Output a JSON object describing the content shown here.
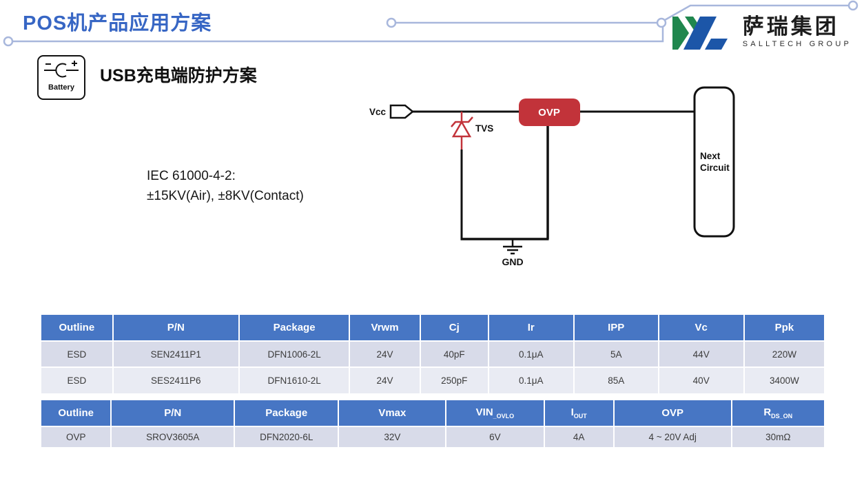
{
  "title": "POS机产品应用方案",
  "logo": {
    "cn": "萨瑞集团",
    "en": "SALLTECH GROUP"
  },
  "section": {
    "badge_label": "Battery",
    "heading": "USB充电端防护方案"
  },
  "iec": {
    "line1": "IEC 61000-4-2:",
    "line2": "±15KV(Air), ±8KV(Contact)"
  },
  "circuit": {
    "vcc_label": "Vcc",
    "tvs_label": "TVS",
    "ovp_label": "OVP",
    "next_label": "Next\nCircuit",
    "gnd_label": "GND"
  },
  "tables": {
    "esd": {
      "headers": [
        "Outline",
        "P/N",
        "Package",
        "Vrwm",
        "Cj",
        "Ir",
        "IPP",
        "Vc",
        "Ppk"
      ],
      "rows": [
        [
          "ESD",
          "SEN2411P1",
          "DFN1006-2L",
          "24V",
          "40pF",
          "0.1μA",
          "5A",
          "44V",
          "220W"
        ],
        [
          "ESD",
          "SES2411P6",
          "DFN1610-2L",
          "24V",
          "250pF",
          "0.1μA",
          "85A",
          "40V",
          "3400W"
        ]
      ]
    },
    "ovp": {
      "headers": [
        "Outline",
        "P/N",
        "Package",
        "Vmax",
        {
          "main": "VIN",
          "sub": "_OVLO"
        },
        {
          "main": "I",
          "sub": "OUT"
        },
        "OVP",
        {
          "main": "R",
          "sub": "DS_ON"
        }
      ],
      "rows": [
        [
          "OVP",
          "SROV3605A",
          "DFN2020-6L",
          "32V",
          "6V",
          "4A",
          "4 ~ 20V Adj",
          "30mΩ"
        ]
      ]
    }
  },
  "colors": {
    "title_blue": "#3766c4",
    "decoration_line": "#a8b7dc",
    "table_header_blue": "#4776c4",
    "row_dark": "#d8dbe9",
    "row_light": "#e9ebf3",
    "accent_red": "#c2333a",
    "logo_green": "#20874e",
    "logo_blue": "#1c56a8"
  }
}
